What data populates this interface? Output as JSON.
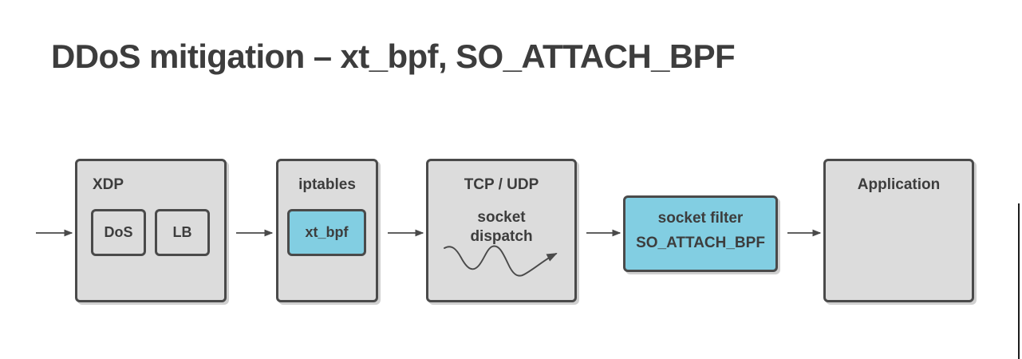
{
  "slide": {
    "title": "DDoS mitigation – xt_bpf, SO_ATTACH_BPF",
    "background_color": "#ffffff",
    "text_color": "#3d3d3d"
  },
  "colors": {
    "box_fill": "#dcdcdc",
    "accent_fill": "#82cee2",
    "stroke": "#4a4a4a",
    "arrow": "#4a4a4a"
  },
  "diagram": {
    "type": "pipeline-flow",
    "nodes": [
      {
        "id": "xdp",
        "label": "XDP",
        "fill": "#dcdcdc",
        "children": [
          {
            "id": "dos",
            "label": "DoS",
            "fill": "#dcdcdc"
          },
          {
            "id": "lb",
            "label": "LB",
            "fill": "#dcdcdc"
          }
        ]
      },
      {
        "id": "iptables",
        "label": "iptables",
        "fill": "#dcdcdc",
        "children": [
          {
            "id": "xt_bpf",
            "label": "xt_bpf",
            "fill": "#82cee2"
          }
        ]
      },
      {
        "id": "tcp_udp",
        "label": "TCP / UDP",
        "sublabel": "socket\ndispatch",
        "fill": "#dcdcdc",
        "decoration": "squiggly-arrow"
      },
      {
        "id": "socket_filter",
        "label_line1": "socket filter",
        "label_line2": "SO_ATTACH_BPF",
        "fill": "#82cee2"
      },
      {
        "id": "application",
        "label": "Application",
        "fill": "#dcdcdc"
      }
    ],
    "connectors": [
      {
        "from": "ingress",
        "to": "xdp"
      },
      {
        "from": "xdp",
        "to": "iptables"
      },
      {
        "from": "iptables",
        "to": "tcp_udp"
      },
      {
        "from": "tcp_udp",
        "to": "socket_filter"
      },
      {
        "from": "socket_filter",
        "to": "application"
      }
    ]
  }
}
